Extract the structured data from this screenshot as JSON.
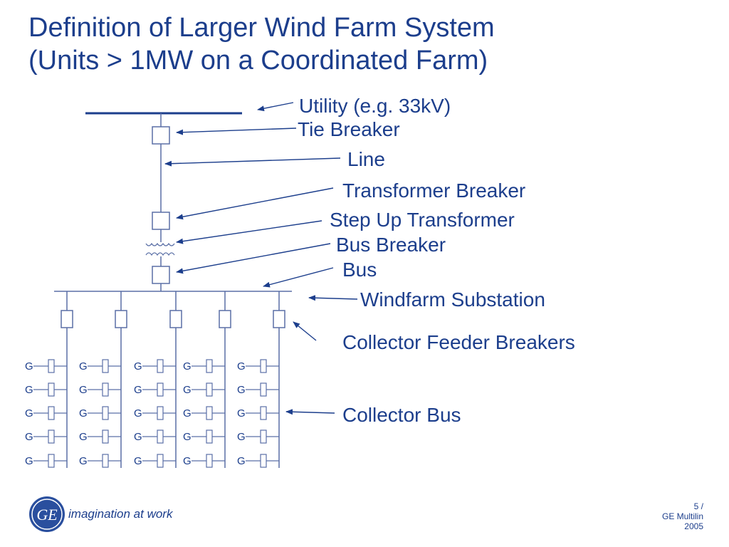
{
  "title": {
    "line1": "Definition of Larger Wind Farm System",
    "line2": "(Units > 1MW on a Coordinated Farm)"
  },
  "labels": {
    "utility": "Utility (e.g. 33kV)",
    "tie_breaker": "Tie Breaker",
    "line": "Line",
    "transformer_breaker": "Transformer Breaker",
    "step_up_transformer": "Step Up Transformer",
    "bus_breaker": "Bus Breaker",
    "bus": "Bus",
    "windfarm_substation": "Windfarm Substation",
    "collector_feeder_breakers": "Collector Feeder Breakers",
    "collector_bus": "Collector Bus"
  },
  "generator_symbol": "G",
  "footer": {
    "logo_icon": "ge-monogram-logo",
    "logo_text": "GE",
    "tagline": "imagination at work",
    "page": "5 /",
    "company": "GE Multilin",
    "year": "2005"
  },
  "colors": {
    "text": "#1c3e8c",
    "lines": "#5a6fa6",
    "logo": "#2a4f9e"
  }
}
